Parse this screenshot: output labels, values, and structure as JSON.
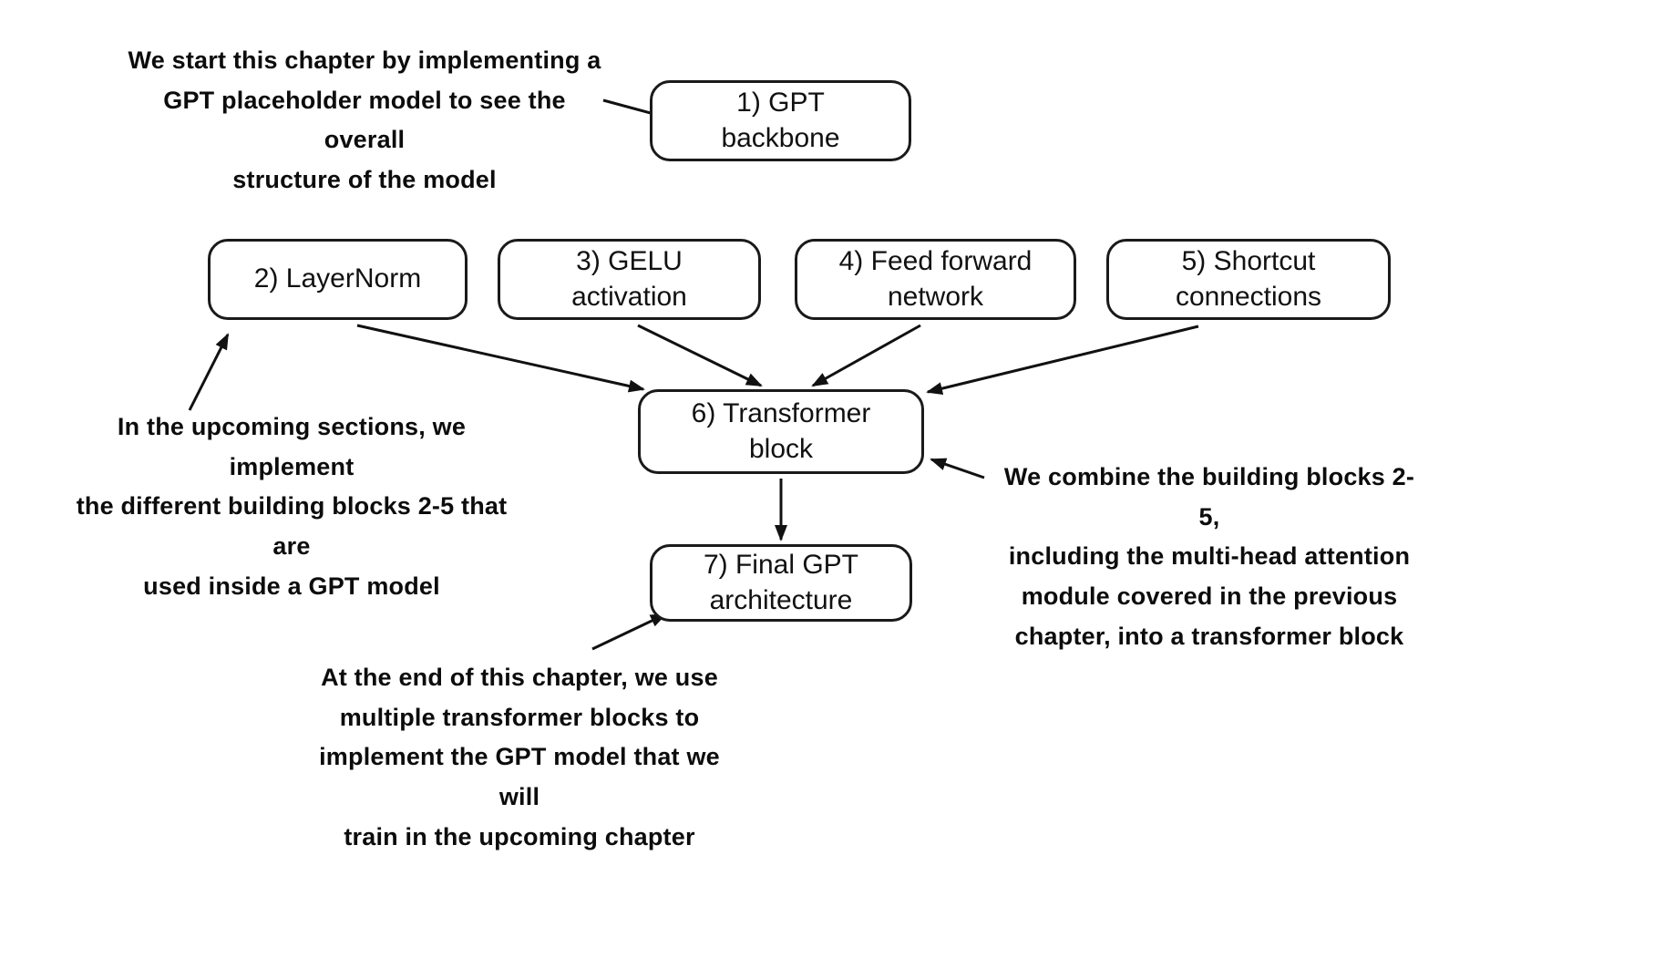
{
  "diagram": {
    "boxes": {
      "gpt_backbone": "1) GPT\nbackbone",
      "layernorm": "2) LayerNorm",
      "gelu": "3) GELU\nactivation",
      "feed_forward": "4) Feed forward\nnetwork",
      "shortcut": "5) Shortcut\nconnections",
      "transformer_block": "6) Transformer\nblock",
      "final_gpt": "7) Final GPT\narchitecture"
    },
    "annotations": {
      "gpt_backbone_note": "We start this chapter by implementing a\nGPT placeholder model to see the overall\nstructure of the model",
      "building_blocks_note": "In the upcoming sections, we implement\nthe different building blocks 2-5 that are\nused inside a GPT model",
      "transformer_note": "We combine the building blocks 2-5,\nincluding the multi-head attention\nmodule covered in the previous\nchapter, into a transformer block",
      "final_note": "At the end of this chapter, we use\nmultiple transformer blocks to\nimplement the GPT model that we will\ntrain in the upcoming chapter"
    },
    "colors": {
      "background": "#ffffff",
      "box_border": "#1a1a1a",
      "text": "#111111",
      "arrow": "#111111"
    }
  }
}
